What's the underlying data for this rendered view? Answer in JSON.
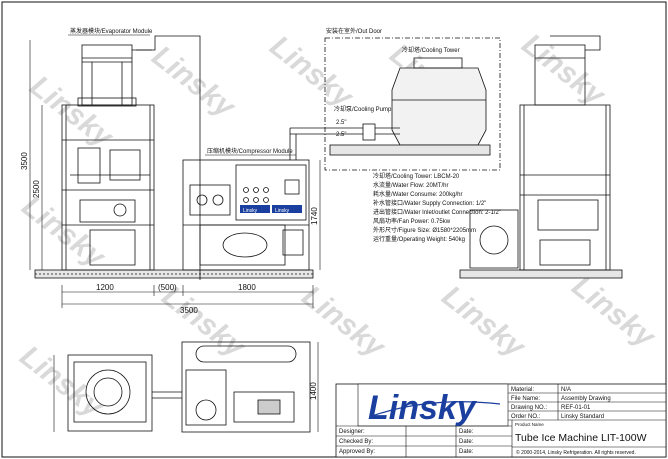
{
  "watermark": "Linsky",
  "labels": {
    "evaporator_module": "蒸发器模块/Evaporator Module",
    "out_door": "安装在室外/Out Door",
    "cooling_tower": "冷却塔/Cooling Tower",
    "cooling_pump": "冷却泵/Cooling Pump",
    "pipe_top": "2.5\"",
    "pipe_bottom": "2.5\"",
    "compressor_module": "压缩机模块/Compressor Module",
    "panel_brand_1": "Linsky",
    "panel_brand_2": "Linsky"
  },
  "specs": [
    "冷却塔/Cooling Tower: LBCM-20",
    "水流量/Water Flow: 20MT/hr",
    "耗水量/Water Consume: 200kg/hr",
    "补水管接口/Water Supply Connection: 1/2\"",
    "进出管接口/Water Inlet/outlet Connection: 2-1/2\"",
    "风扇功率/Fan Power: 0.75kw",
    "外形尺寸/Figure Size: Ø1580*2205mm",
    "运行重量/Operating Weight: 540kg"
  ],
  "dimensions": {
    "height_total": "3500",
    "height_partial": "2500",
    "compressor_height": "1740",
    "width_left": "1200",
    "width_gap": "(500)",
    "width_right": "1800",
    "width_total": "3500",
    "plan_depth": "1400"
  },
  "title_block": {
    "logo": "Linsky",
    "material_label": "Material:",
    "material_value": "N/A",
    "file_name_label": "File Name:",
    "file_name_value": "Assembly Drawing",
    "drawing_no_label": "Drawing NO.:",
    "drawing_no_value": "REF-01-01",
    "order_no_label": "Order NO.:",
    "order_no_value": "Linsky Standard",
    "product_name_label": "Product Name",
    "product_name_value": "Tube Ice Machine LIT-100W",
    "designer_label": "Designer:",
    "checked_label": "Checked By:",
    "approved_label": "Approved By:",
    "date_label": "Date:",
    "copyright": "© 2000-2014, Linsky Refrigeration. All rights reserved."
  },
  "colors": {
    "logo_blue": "#1a3f9e",
    "line": "#111111"
  }
}
